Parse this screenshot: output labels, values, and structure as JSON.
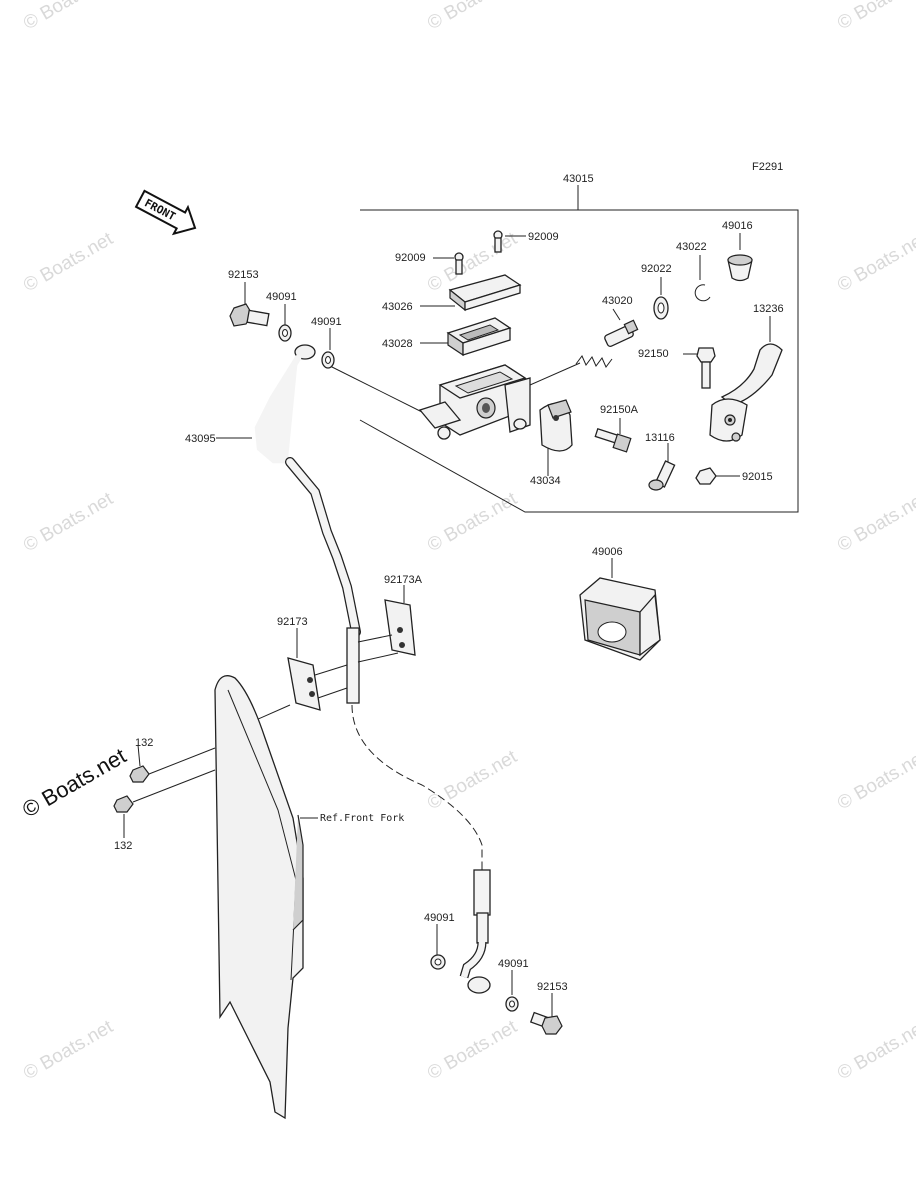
{
  "figure_code": "F2291",
  "front_arrow_label": "FRONT",
  "ref_label": "Ref.Front Fork",
  "watermark_text": "© Boats.net",
  "parts": {
    "p43015": "43015",
    "p49016": "49016",
    "p43022": "43022",
    "p92022": "92022",
    "p92009a": "92009",
    "p92009b": "92009",
    "p43026": "43026",
    "p43028": "43028",
    "p43020": "43020",
    "p13236": "13236",
    "p92150": "92150",
    "p92150a": "92150A",
    "p13116": "13116",
    "p92015": "92015",
    "p43034": "43034",
    "p92153a": "92153",
    "p49091a": "49091",
    "p49091b": "49091",
    "p43095": "43095",
    "p49006": "49006",
    "p92173a": "92173A",
    "p92173": "92173",
    "p132a": "132",
    "p132b": "132",
    "p49091c": "49091",
    "p49091d": "49091",
    "p92153b": "92153"
  }
}
